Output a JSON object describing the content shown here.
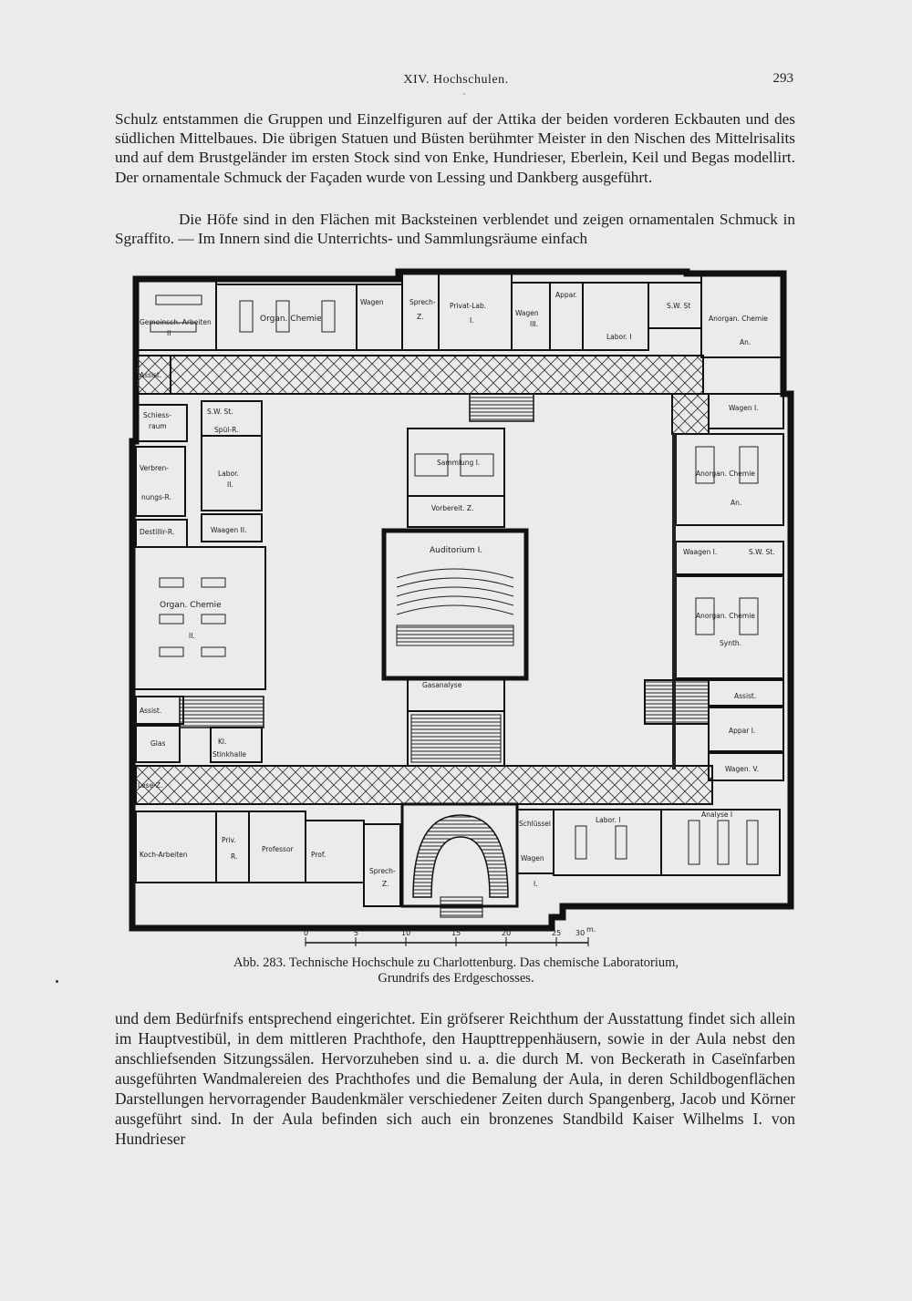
{
  "header": {
    "title": "XIV. Hochschulen.",
    "page_number": "293"
  },
  "paragraphs": [
    "Schulz entstammen die Gruppen und Einzelfiguren auf der Attika der beiden vorderen Eckbauten und des südlichen Mittelbaues. Die übrigen Statuen und Büsten berühmter Meister in den Nischen des Mittelrisalits und auf dem Brustgeländer im ersten Stock sind von Enke, Hundrieser, Eberlein, Keil und Begas modellirt. Der ornamentale Schmuck der Façaden wurde von Lessing und Dankberg ausgeführt.",
    "Die Höfe sind in den Flächen mit Backsteinen verblendet und zeigen ornamentalen Schmuck in Sgraffito. — Im Innern sind die Unterrichts- und Sammlungsräume einfach",
    "und dem Bedürfnifs entsprechend eingerichtet. Ein gröfserer Reichthum der Ausstattung findet sich allein im Hauptvestibül, in dem mittleren Prachthofe, den Haupttreppenhäusern, sowie in der Aula nebst den anschliefsenden Sitzungssälen. Hervorzuheben sind u. a. die durch M. von Beckerath in Caseïnfarben ausgeführten Wandmalereien des Prachthofes und die Bemalung der Aula, in deren Schildbogenflächen Darstellungen hervorragender Baudenkmäler verschiedener Zeiten durch Spangenberg, Jacob und Körner ausgeführt sind. In der Aula befinden sich auch ein bronzenes Standbild Kaiser Wilhelms I. von Hundrieser"
  ],
  "figure": {
    "caption_line1": "Abb. 283. Technische Hochschule zu Charlottenburg. Das chemische Laboratorium,",
    "caption_line2": "Grundrifs des Erdgeschosses.",
    "rooms": {
      "gemeinsch": "Gemeinsch. Arbeiten",
      "gemeinsch_num": "II",
      "org_chemie_top": "Organ. Chemie",
      "wagen_top_left": "Wagen",
      "sprech_top": "Sprech-",
      "sprech_top_z": "Z.",
      "privat_lab": "Privat-Lab.",
      "privat_lab_num": "I.",
      "wagen_III": "Wagen",
      "wagen_III_num": "III.",
      "appar_top": "Appar.",
      "labor_I_top": "Labor. I",
      "sw_st_top": "S.W. St",
      "anorgan_top": "Anorgan. Chemie",
      "anorgan_top_sub": "An.",
      "assist_top": "Assist.",
      "schiess": "Schiess-",
      "schiess2": "raum",
      "sw_st_left": "S.W. St.",
      "spuel": "Spül-R.",
      "labor_II": "Labor.",
      "labor_II_num": "II.",
      "verbrenn": "Verbren-",
      "verbrenn2": "nungs-R.",
      "destillir": "Destillir-R.",
      "wagen_II": "Waagen II.",
      "sammlung": "Sammlung I.",
      "vorbereit": "Vorbereit. Z.",
      "auditorium": "Auditorium I.",
      "org_chemie_left": "Organ. Chemie",
      "org_chemie_left_num": "II.",
      "gasanalyse": "Gasanalyse",
      "assist_left": "Assist.",
      "glas": "Glas",
      "kl": "Kl.",
      "stinkhalle": "Stinkhalle",
      "lese": "Lese-Z.",
      "koch": "Koch-Arbeiten",
      "priv": "Priv.",
      "r": "R.",
      "professor": "Professor",
      "prof": "Prof.",
      "sprech_bottom": "Sprech-",
      "sprech_bottom_z": "Z.",
      "schluessel": "Schlüssel",
      "wagen_bottom": "Wagen",
      "wagen_bottom_num": "I.",
      "labor_I_bottom": "Labor. I",
      "analyse": "Analyse I",
      "wagen_right_top": "Wagen I.",
      "anorgan_right": "Anorgan. Chemie",
      "anorgan_right_sub": "An.",
      "wagen_right_mid": "Waagen I.",
      "sw_st_right": "S.W. St.",
      "anorgan_synth": "Anorgan. Chemie",
      "synth": "Synth.",
      "assist_right": "Assist.",
      "appar_right": "Appar I.",
      "wagen_v": "Wagen. V."
    },
    "scale": {
      "ticks": [
        "0",
        "5",
        "10",
        "15",
        "20",
        "25",
        "30"
      ],
      "unit": "m."
    }
  }
}
